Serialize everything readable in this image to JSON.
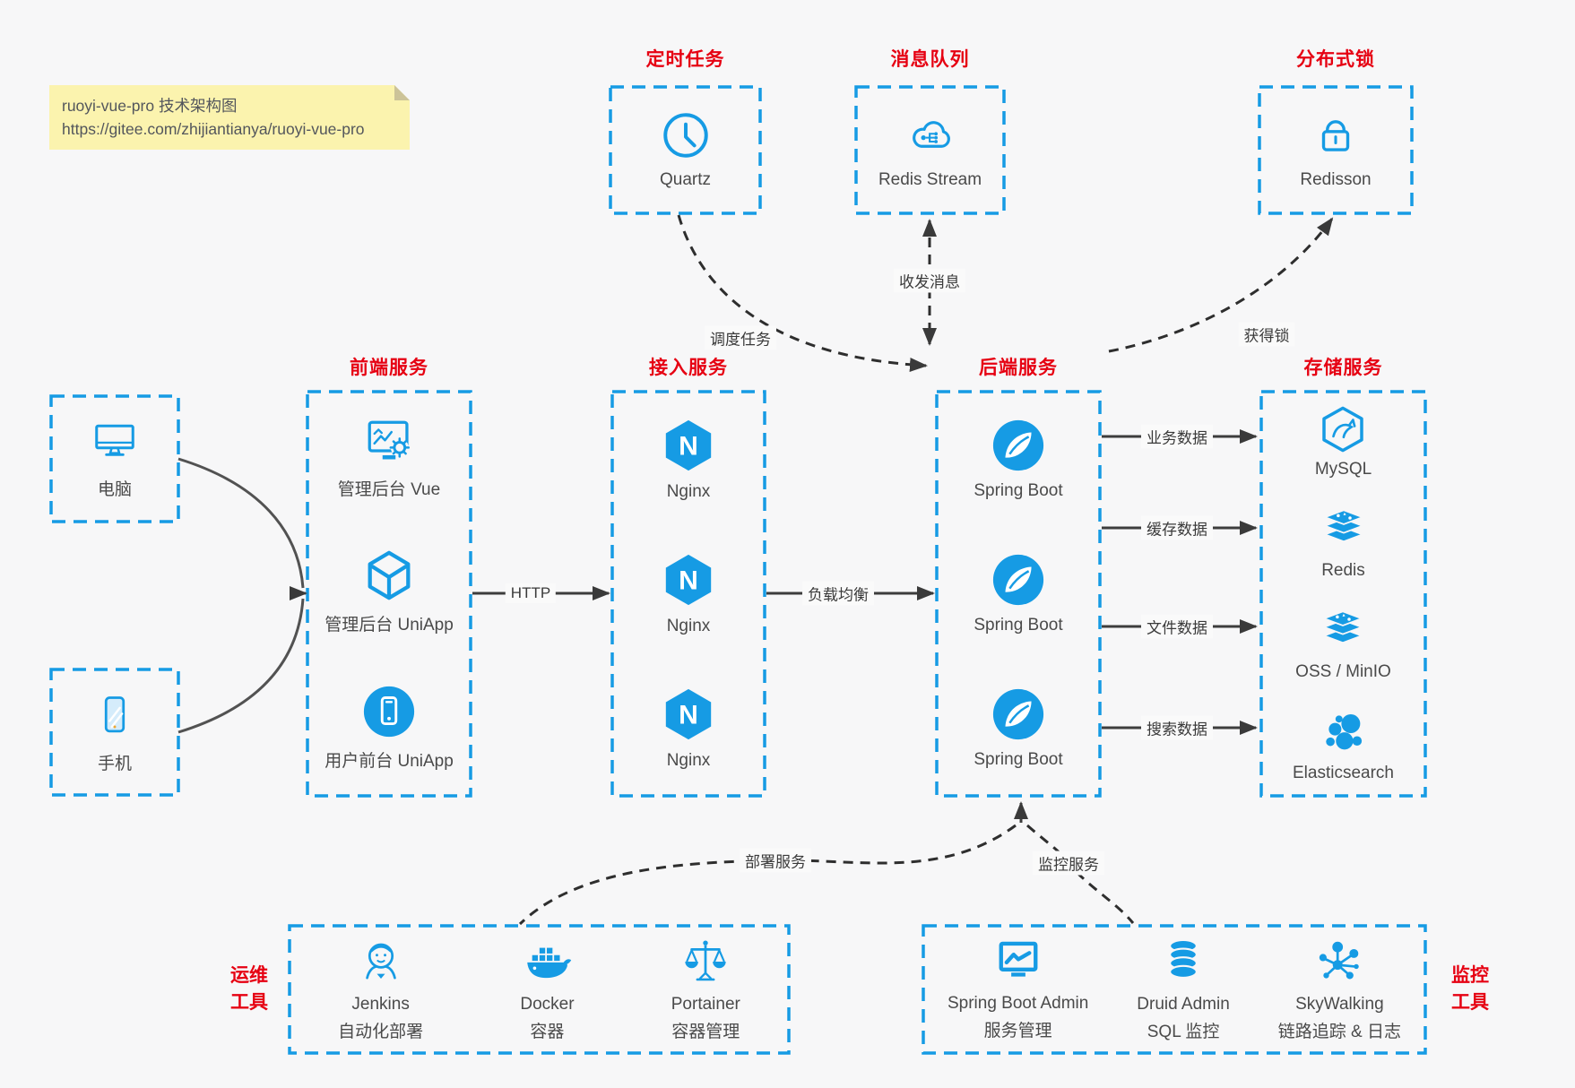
{
  "colors": {
    "accent": "#169BE4",
    "red": "#E60012",
    "note_bg": "#FBF3AE",
    "note_fold": "#CCC398",
    "arrow": "#3D3D3D"
  },
  "note": {
    "line1": "ruoyi-vue-pro 技术架构图",
    "line2": "https://gitee.com/zhijiantianya/ruoyi-vue-pro"
  },
  "top": {
    "scheduler": {
      "title": "定时任务",
      "item": "Quartz"
    },
    "mq": {
      "title": "消息队列",
      "item": "Redis Stream"
    },
    "lock": {
      "title": "分布式锁",
      "item": "Redisson"
    }
  },
  "clients": {
    "pc": "电脑",
    "mobile": "手机"
  },
  "frontend": {
    "title": "前端服务",
    "items": [
      "管理后台 Vue",
      "管理后台 UniApp",
      "用户前台 UniApp"
    ]
  },
  "gateway": {
    "title": "接入服务",
    "items": [
      "Nginx",
      "Nginx",
      "Nginx"
    ]
  },
  "backend": {
    "title": "后端服务",
    "items": [
      "Spring Boot",
      "Spring Boot",
      "Spring Boot"
    ]
  },
  "storage": {
    "title": "存储服务",
    "items": [
      "MySQL",
      "Redis",
      "OSS / MinIO",
      "Elasticsearch"
    ]
  },
  "ops": {
    "side": [
      "运维",
      "工具"
    ],
    "items": [
      {
        "name": "Jenkins",
        "desc": "自动化部署"
      },
      {
        "name": "Docker",
        "desc": "容器"
      },
      {
        "name": "Portainer",
        "desc": "容器管理"
      }
    ]
  },
  "monitoring": {
    "side": [
      "监控",
      "工具"
    ],
    "items": [
      {
        "name": "Spring Boot Admin",
        "desc": "服务管理"
      },
      {
        "name": "Druid Admin",
        "desc": "SQL 监控"
      },
      {
        "name": "SkyWalking",
        "desc": "链路追踪 & 日志"
      }
    ]
  },
  "edges": {
    "http": "HTTP",
    "load_balance": "负载均衡",
    "business_data": "业务数据",
    "cache_data": "缓存数据",
    "file_data": "文件数据",
    "search_data": "搜索数据",
    "schedule": "调度任务",
    "messages": "收发消息",
    "acquire_lock": "获得锁",
    "deploy": "部署服务",
    "monitor": "监控服务"
  },
  "icons": {
    "nginx_letter": "N"
  }
}
